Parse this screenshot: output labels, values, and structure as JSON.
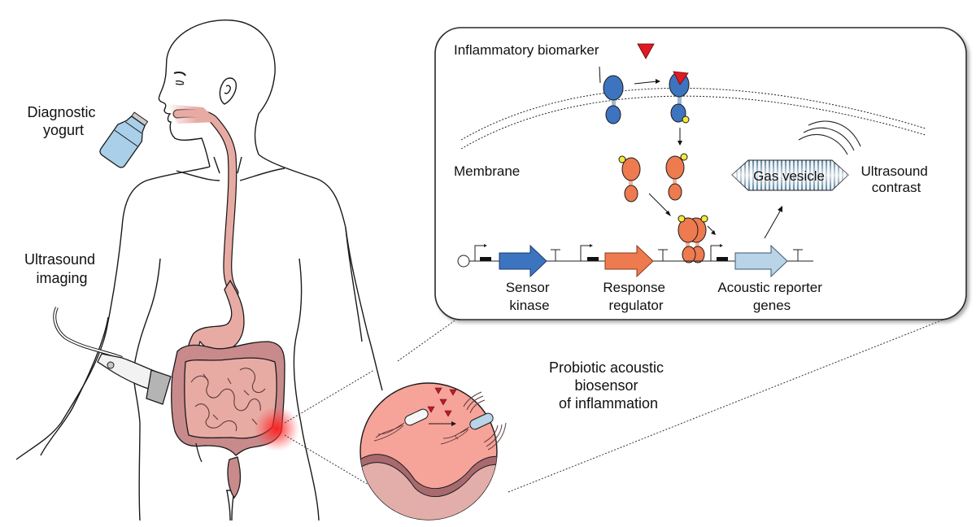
{
  "figure": {
    "labels": {
      "diagnostic_yogurt": [
        "Diagnostic",
        "yogurt"
      ],
      "ultrasound_imaging": [
        "Ultrasound",
        "imaging"
      ],
      "probiotic_biosensor": [
        "Probiotic acoustic",
        "biosensor",
        "of inflammation"
      ]
    },
    "inset": {
      "biomarker_label": "Inflammatory biomarker",
      "membrane_label": "Membrane",
      "gas_vesicle_label": "Gas vesicle",
      "ultrasound_contrast": [
        "Ultrasound",
        "contrast"
      ],
      "genes": [
        {
          "label": [
            "Sensor",
            "kinase"
          ],
          "color": "#3d74c0"
        },
        {
          "label": [
            "Response",
            "regulator"
          ],
          "color": "#ee7a4f"
        },
        {
          "label": [
            "Acoustic reporter",
            "genes"
          ],
          "color": "#b8d4e6"
        }
      ]
    },
    "colors": {
      "sensor_kinase": "#3d74c0",
      "response_regulator": "#ee7a4f",
      "phosphate": "#f3ea3a",
      "biomarker": "#e01a24",
      "gut_tissue": "#e8aba4",
      "colon": "#c98a8c",
      "inset_circle_bg": "#f6a399",
      "yogurt_bottle": "#a9cfe9",
      "inflammation_glow": "#ff2020"
    }
  }
}
